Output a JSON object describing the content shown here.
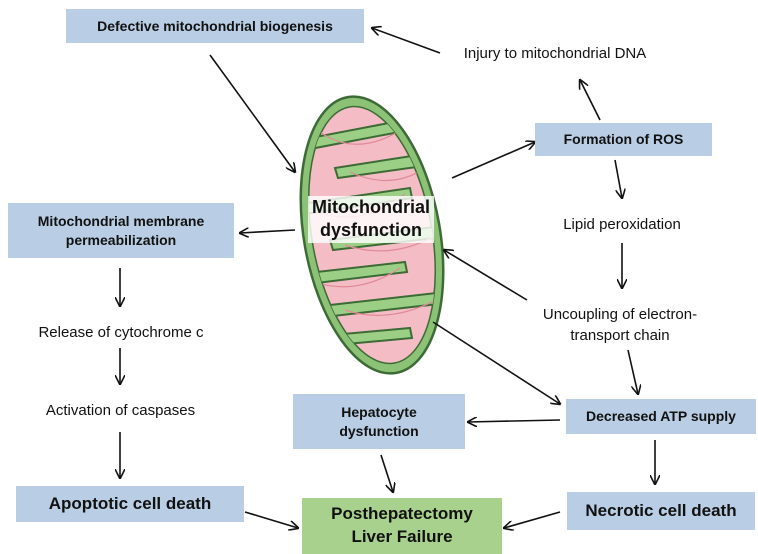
{
  "center": {
    "line1": "Mitochondrial",
    "line2": "dysfunction"
  },
  "boxes": {
    "biogenesis": "Defective mitochondrial  biogenesis",
    "ros": "Formation of ROS",
    "mmp_line1": "Mitochondrial  membrane",
    "mmp_line2": "permeabilization",
    "hepatocyte_line1": "Hepatocyte",
    "hepatocyte_line2": "dysfunction",
    "atp": "Decreased ATP supply",
    "apoptotic": "Apoptotic cell death",
    "necrotic": "Necrotic cell death",
    "phlf_line1": "Posthepatectomy",
    "phlf_line2": "Liver Failure"
  },
  "steps": {
    "mtdna": "Injury to mitochondrial DNA",
    "lipid": "Lipid peroxidation",
    "uncoupling_line1": "Uncoupling of electron-",
    "uncoupling_line2": "transport chain",
    "cytochrome": "Release of cytochrome c",
    "caspases": "Activation of caspases"
  },
  "colors": {
    "box_blue": "#b9cde4",
    "box_green": "#a9d18e",
    "mito_outer": "#7fb96a",
    "mito_inner": "#f2b8c0",
    "mito_cristae": "#e08a99"
  }
}
